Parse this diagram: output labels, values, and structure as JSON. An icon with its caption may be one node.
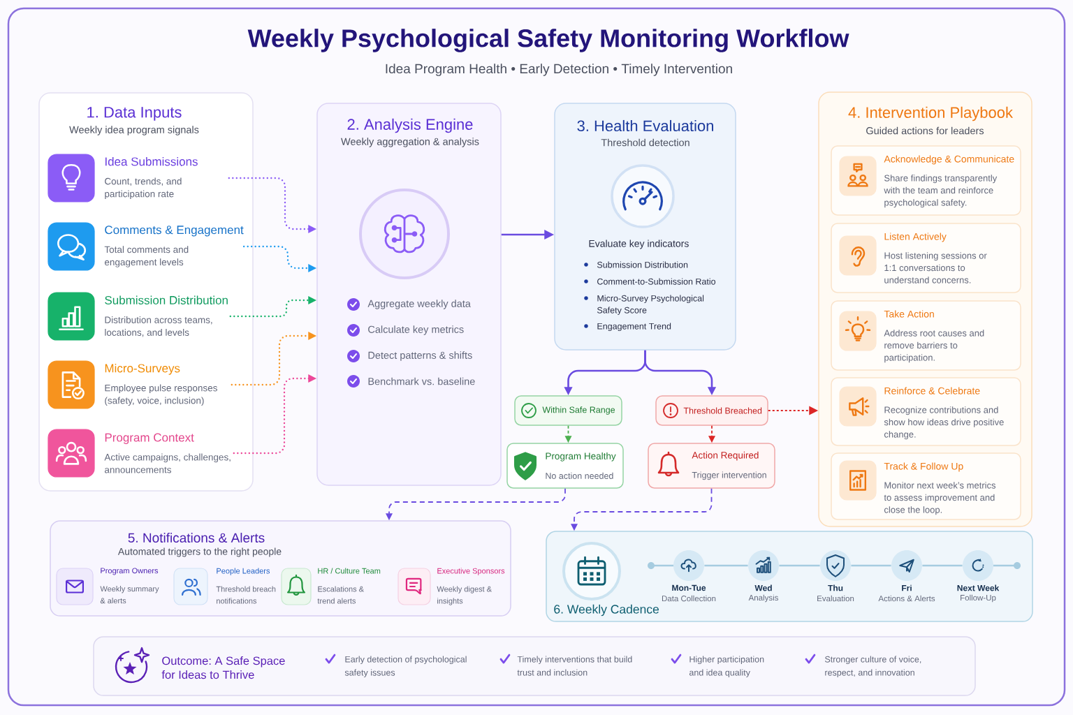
{
  "diagram": {
    "title": "Weekly Psychological Safety Monitoring Workflow",
    "nodes": [
      {
        "text": [
          "1. Data Inputs",
          "Weekly idea program signals"
        ]
      },
      {
        "text": [
          "Idea Submissions",
          "Count, trends, and participation rate"
        ],
        "in": 0
      },
      {
        "text": [
          "Comments & Engagement",
          "Total comments and engagement levels"
        ],
        "in": 0
      },
      {
        "text": [
          "Submission Distribution",
          "Distribution across teams, locations, and levels"
        ],
        "in": 0
      },
      {
        "text": [
          "Micro-Surveys",
          "Employee pulse responses (safety, voice, inclusion)"
        ],
        "in": 0
      },
      {
        "text": [
          "Program Context",
          "Active campaigns, challenges, announcements"
        ],
        "in": 0
      },
      {
        "text": [
          "2. Analysis Engine",
          "Weekly aggregation & analysis",
          "Aggregate weekly data",
          "Calculate key metrics",
          "Detect patterns & shifts",
          "Benchmark vs. baseline"
        ]
      },
      {
        "text": [
          "3. Health Evaluation",
          "Threshold detection",
          "Evaluate key indicators",
          "Submission Distribution",
          "Comment-to-Submission Ratio",
          "Micro-Survey Psychological Safety Score",
          "Engagement Trend"
        ]
      },
      {
        "text": [
          "Within Safe Range"
        ]
      },
      {
        "text": [
          "Threshold Breached"
        ]
      },
      {
        "text": [
          "Program Healthy",
          "No action needed"
        ]
      },
      {
        "text": [
          "Action Required",
          "Trigger intervention"
        ]
      },
      {
        "text": [
          "4. Intervention Playbook",
          "Guided actions for leaders"
        ]
      },
      {
        "text": [
          "Acknowledge & Communicate",
          "Share findings transparently with the team and reinforce psychological safety."
        ],
        "in": 12
      },
      {
        "text": [
          "Listen Actively",
          "Host listening sessions or 1:1 conversations to understand concerns."
        ],
        "in": 12
      },
      {
        "text": [
          "Take Action",
          "Address root causes and remove barriers to participation."
        ],
        "in": 12
      },
      {
        "text": [
          "Reinforce & Celebrate",
          "Recognize contributions and show how ideas drive positive change."
        ],
        "in": 12
      },
      {
        "text": [
          "Track & Follow Up",
          "Monitor next week’s metrics to assess improvement and close the loop."
        ],
        "in": 12
      },
      {
        "text": [
          "5. Notifications & Alerts",
          "Automated triggers to the right people"
        ]
      },
      {
        "text": [
          "Program Owners",
          "Weekly summary & alerts"
        ],
        "in": 18
      },
      {
        "text": [
          "People Leaders",
          "Threshold breach notifications"
        ],
        "in": 18
      },
      {
        "text": [
          "HR / Culture Team",
          "Escalations & trend alerts"
        ],
        "in": 18
      },
      {
        "text": [
          "Executive Sponsors",
          "Weekly digest & insights"
        ],
        "in": 18
      },
      {
        "text": [
          "6. Weekly Cadence"
        ]
      },
      {
        "text": [
          "Mon-Tue",
          "Data Collection"
        ],
        "in": 23
      },
      {
        "text": [
          "Wed",
          "Analysis"
        ],
        "in": 23
      },
      {
        "text": [
          "Thu",
          "Evaluation"
        ],
        "in": 23
      },
      {
        "text": [
          "Fri",
          "Actions & Alerts"
        ],
        "in": 23
      },
      {
        "text": [
          "Next Week",
          "Follow-Up"
        ],
        "in": 23
      },
      {
        "text": [
          "Outcome: A Safe Space for Ideas to Thrive",
          "Early detection of psychological safety issues",
          "Timely interventions that build trust and inclusion",
          "Higher participation and idea quality",
          "Stronger culture of voice, respect, and innovation"
        ]
      }
    ],
    "edges": [
      {
        "from": 1,
        "to": 6,
        "arrow": "to",
        "style": "dashed",
        "color": "#8b5cf6"
      },
      {
        "from": 2,
        "to": 6,
        "arrow": "to",
        "style": "dashed",
        "color": "#1e9bef"
      },
      {
        "from": 3,
        "to": 6,
        "arrow": "to",
        "style": "dashed",
        "color": "#17b26a"
      },
      {
        "from": 4,
        "to": 6,
        "arrow": "to",
        "style": "dashed",
        "color": "#f7931e"
      },
      {
        "from": 5,
        "to": 6,
        "arrow": "to",
        "style": "dashed",
        "color": "#ec4899"
      },
      {
        "from": 6,
        "to": 7,
        "arrow": "to"
      },
      {
        "from": 7,
        "to": 8,
        "arrow": "to"
      },
      {
        "from": 7,
        "to": 9,
        "arrow": "to"
      },
      {
        "from": 8,
        "to": 10,
        "arrow": "to",
        "style": "dashed",
        "color": "#4caf50"
      },
      {
        "from": 9,
        "to": 11,
        "arrow": "to",
        "style": "dashed",
        "color": "#dc2626"
      },
      {
        "from": 9,
        "to": 12,
        "arrow": "to",
        "style": "dashed",
        "color": "#dc2626"
      },
      {
        "from": 10,
        "to": 18,
        "arrow": "to",
        "style": "dashed"
      },
      {
        "from": 11,
        "to": 23,
        "arrow": "to",
        "style": "dashed"
      },
      {
        "from": 24,
        "to": 25,
        "arrow": "none",
        "color": "#a6cce0"
      },
      {
        "from": 25,
        "to": 26,
        "arrow": "none",
        "color": "#a6cce0"
      },
      {
        "from": 26,
        "to": 27,
        "arrow": "none",
        "color": "#a6cce0"
      },
      {
        "from": 27,
        "to": 28,
        "arrow": "none",
        "color": "#a6cce0"
      }
    ],
    "labels": [
      "Idea Program Health • Early Detection • Timely Intervention"
    ]
  }
}
